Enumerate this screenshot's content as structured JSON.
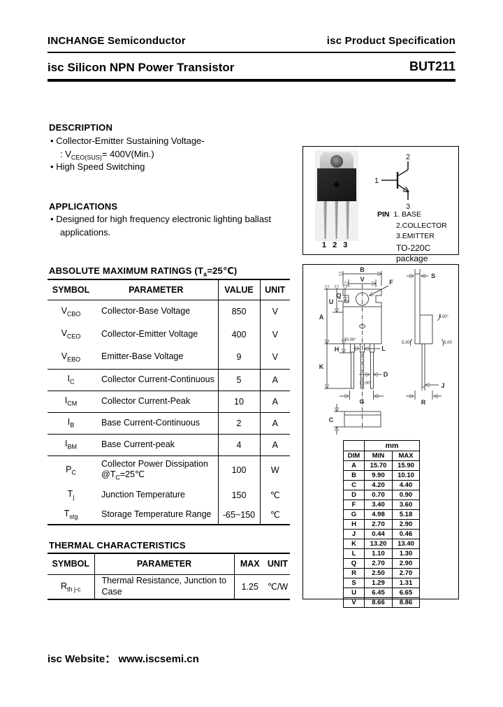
{
  "colors": {
    "ink": "#000000",
    "paper": "#ffffff",
    "drawing_line": "#44484e"
  },
  "glyphs": {
    "bullet": "•"
  },
  "header": {
    "company": "INCHANGE Semiconductor",
    "spec_brand": "isc",
    "spec_rest": "Product Specification"
  },
  "title": {
    "brand": "isc",
    "text": "Silicon NPN Power Transistor",
    "part": "BUT211"
  },
  "description": {
    "heading": "DESCRIPTION",
    "line1": "Collector-Emitter Sustaining Voltage-",
    "line2_pre": ": V",
    "line2_sub": "CEO(SUS)",
    "line2_post": "= 400V(Min.)",
    "line3": "High Speed Switching"
  },
  "applications": {
    "heading": "APPLICATIONS",
    "line1": "Designed for high frequency electronic lighting ballast",
    "line2": "applications."
  },
  "abs_max": {
    "heading_pre": "ABSOLUTE MAXIMUM RATINGS (T",
    "heading_sub": "a",
    "heading_post": "=25℃)",
    "headers": [
      "SYMBOL",
      "PARAMETER",
      "VALUE",
      "UNIT"
    ],
    "rows": [
      {
        "sym": "V",
        "sub": "CBO",
        "param": [
          {
            "t": "Collector-Base Voltage"
          }
        ],
        "value": "850",
        "unit": "V",
        "hr": false
      },
      {
        "sym": "V",
        "sub": "CEO",
        "param": [
          {
            "t": "Collector-Emitter Voltage"
          }
        ],
        "value": "400",
        "unit": "V",
        "hr": false
      },
      {
        "sym": "V",
        "sub": "EBO",
        "param": [
          {
            "t": "Emitter-Base Voltage"
          }
        ],
        "value": "9",
        "unit": "V",
        "hr": true
      },
      {
        "sym": "I",
        "sub": "C",
        "param": [
          {
            "t": "Collector Current-Continuous"
          }
        ],
        "value": "5",
        "unit": "A",
        "hr": true
      },
      {
        "sym": "I",
        "sub": "CM",
        "param": [
          {
            "t": "Collector Current-Peak"
          }
        ],
        "value": "10",
        "unit": "A",
        "hr": true
      },
      {
        "sym": "I",
        "sub": "B",
        "param": [
          {
            "t": "Base Current-Continuous"
          }
        ],
        "value": "2",
        "unit": "A",
        "hr": true
      },
      {
        "sym": "I",
        "sub": "BM",
        "param": [
          {
            "t": "Base Current-peak"
          }
        ],
        "value": "4",
        "unit": "A",
        "hr": true
      },
      {
        "sym": "P",
        "sub": "C",
        "param": [
          {
            "t": "Collector Power Dissipation"
          },
          {
            "br": true
          },
          {
            "t": "@T"
          },
          {
            "s": "C"
          },
          {
            "t": "=25℃"
          }
        ],
        "value": "100",
        "unit": "W",
        "hr": false,
        "tall": true
      },
      {
        "sym": "T",
        "sub": "j",
        "param": [
          {
            "t": "Junction Temperature"
          }
        ],
        "value": "150",
        "unit": "℃",
        "hr": false
      },
      {
        "sym": "T",
        "sub": "stg",
        "param": [
          {
            "t": "Storage Temperature Range"
          }
        ],
        "value": "-65~150",
        "unit": "℃",
        "hr": false
      }
    ]
  },
  "thermal": {
    "heading": "THERMAL CHARACTERISTICS",
    "headers": [
      "SYMBOL",
      "PARAMETER",
      "MAX",
      "UNIT"
    ],
    "rows": [
      {
        "sym": "R",
        "sub": "th j-c",
        "param": [
          {
            "t": "Thermal Resistance, Junction to Case"
          }
        ],
        "value": "1.25",
        "unit": "℃/W",
        "hr": false
      }
    ]
  },
  "package_box": {
    "photo_pin_labels": [
      "1",
      "2",
      "3"
    ],
    "sch_pin1": "1",
    "sch_pin2": "2",
    "sch_pin3": "3",
    "pin_title": "PIN",
    "pin1": "1. BASE",
    "pin2": "2.COLLECTOR",
    "pin3": "3.EMITTER",
    "package_name": "TO-220C package"
  },
  "drawing": {
    "labels": {
      "A": "A",
      "B": "B",
      "C": "C",
      "D": "D",
      "F": "F",
      "G": "G",
      "H": "H",
      "J": "J",
      "K": "K",
      "L": "L",
      "Q": "Q",
      "R": "R",
      "S": "S",
      "U": "U",
      "V": "V"
    },
    "angles": {
      "a30": "30.00°",
      "a15": "15.00°",
      "a5t": "5.00°",
      "a5l": "5.00°",
      "a5r": "5.00"
    }
  },
  "dim_table": {
    "unit_header": "mm",
    "col_dim": "DIM",
    "col_min": "MIN",
    "col_max": "MAX",
    "rows": [
      [
        "A",
        "15.70",
        "15.90"
      ],
      [
        "B",
        "9.90",
        "10.10"
      ],
      [
        "C",
        "4.20",
        "4.40"
      ],
      [
        "D",
        "0.70",
        "0.90"
      ],
      [
        "F",
        "3.40",
        "3.60"
      ],
      [
        "G",
        "4.98",
        "5.18"
      ],
      [
        "H",
        "2.70",
        "2.90"
      ],
      [
        "J",
        "0.44",
        "0.46"
      ],
      [
        "K",
        "13.20",
        "13.40"
      ],
      [
        "L",
        "1.10",
        "1.30"
      ],
      [
        "Q",
        "2.70",
        "2.90"
      ],
      [
        "R",
        "2.50",
        "2.70"
      ],
      [
        "S",
        "1.29",
        "1.31"
      ],
      [
        "U",
        "6.45",
        "6.65"
      ],
      [
        "V",
        "8.66",
        "8.86"
      ]
    ]
  },
  "footer": {
    "brand": "isc",
    "label": "Website：",
    "url": "www.iscsemi.cn"
  }
}
